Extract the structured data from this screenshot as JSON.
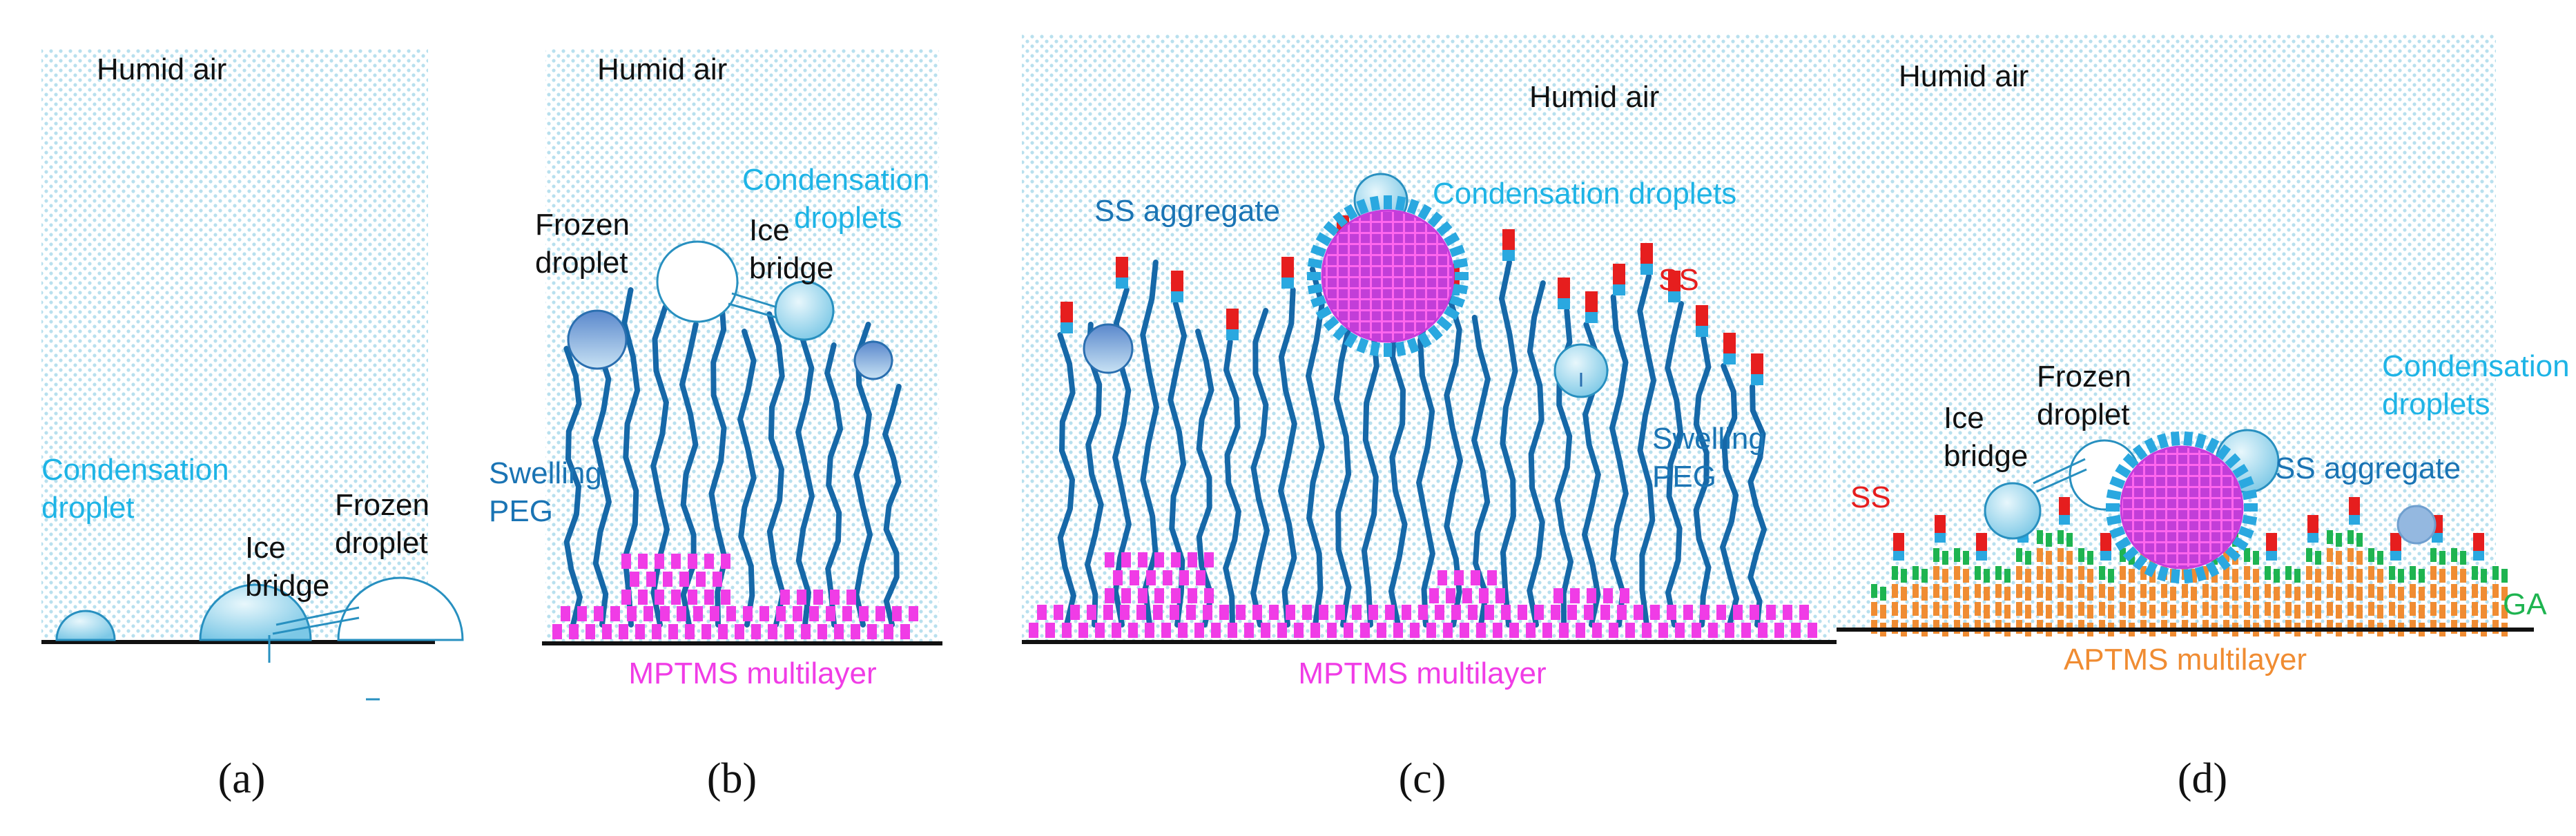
{
  "colors": {
    "cyan_text": "#1eb4e6",
    "blue_text": "#1a74b4",
    "magenta": "#f03ce6",
    "red": "#e61e1e",
    "orange": "#f08c32",
    "green": "#1eb450",
    "chain": "#1668a8",
    "background_dots": "#b8e0ee",
    "droplet": "#8ccfe8",
    "droplet_stroke": "#2890c0",
    "frozen_droplet": "#7aa8d8",
    "aggregate": "#c83cdc",
    "aggregate_fill": "#b43cd8"
  },
  "panels": [
    {
      "id": "a",
      "caption": "(a)",
      "humid_air": "Humid air",
      "condensation_droplet": [
        "Condensation",
        "droplet"
      ],
      "ice_bridge": [
        "Ice",
        "bridge"
      ],
      "frozen_droplet": [
        "Frozen",
        "droplet"
      ]
    },
    {
      "id": "b",
      "caption": "(b)",
      "humid_air": "Humid air",
      "condensation_droplets": [
        "Condensation",
        "droplets"
      ],
      "frozen_droplet": [
        "Frozen",
        "droplet"
      ],
      "ice_bridge": [
        "Ice",
        "bridge"
      ],
      "swelling_peg": [
        "Swelling",
        "PEG"
      ],
      "substrate_label": "MPTMS multilayer"
    },
    {
      "id": "c",
      "caption": "(c)",
      "humid_air": "Humid air",
      "ss_aggregate": "SS aggregate",
      "condensation_droplets": "Condensation droplets",
      "ss": "SS",
      "swelling_peg": [
        "Swelling",
        "PEG"
      ],
      "substrate_label": "MPTMS multilayer"
    },
    {
      "id": "d",
      "caption": "(d)",
      "humid_air": "Humid air",
      "condensation_droplets": [
        "Condensation",
        "droplets"
      ],
      "frozen_droplet": [
        "Frozen",
        "droplet"
      ],
      "ice_bridge": [
        "Ice",
        "bridge"
      ],
      "ss_aggregate": "SS aggregate",
      "ss": "SS",
      "ga": "GA",
      "substrate_label": "APTMS multilayer"
    }
  ]
}
